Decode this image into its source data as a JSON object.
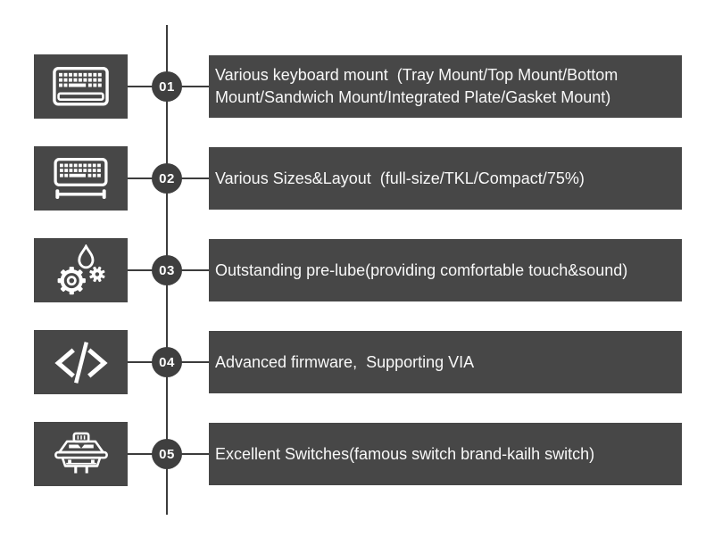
{
  "colors": {
    "background": "#ffffff",
    "box": "#474747",
    "circle": "#3f3f3f",
    "line": "#3c3c3c",
    "text": "#f8f8f8",
    "icon": "#ffffff"
  },
  "timeline": {
    "features": [
      {
        "number": "01",
        "icon": "keyboard-icon",
        "lines": [
          "Various keyboard mount  (Tray Mount/Top Mount/Bottom",
          "Mount/Sandwich Mount/Integrated Plate/Gasket Mount)"
        ]
      },
      {
        "number": "02",
        "icon": "keyboard-sizes-icon",
        "lines": [
          "Various Sizes&Layout  (full-size/TKL/Compact/75%)"
        ]
      },
      {
        "number": "03",
        "icon": "lube-gears-icon",
        "lines": [
          "Outstanding pre-lube(providing comfortable touch&sound)"
        ]
      },
      {
        "number": "04",
        "icon": "code-firmware-icon",
        "lines": [
          "Advanced firmware,  Supporting VIA"
        ]
      },
      {
        "number": "05",
        "icon": "switch-icon",
        "lines": [
          "Excellent Switches(famous switch brand-kailh switch)"
        ]
      }
    ]
  }
}
